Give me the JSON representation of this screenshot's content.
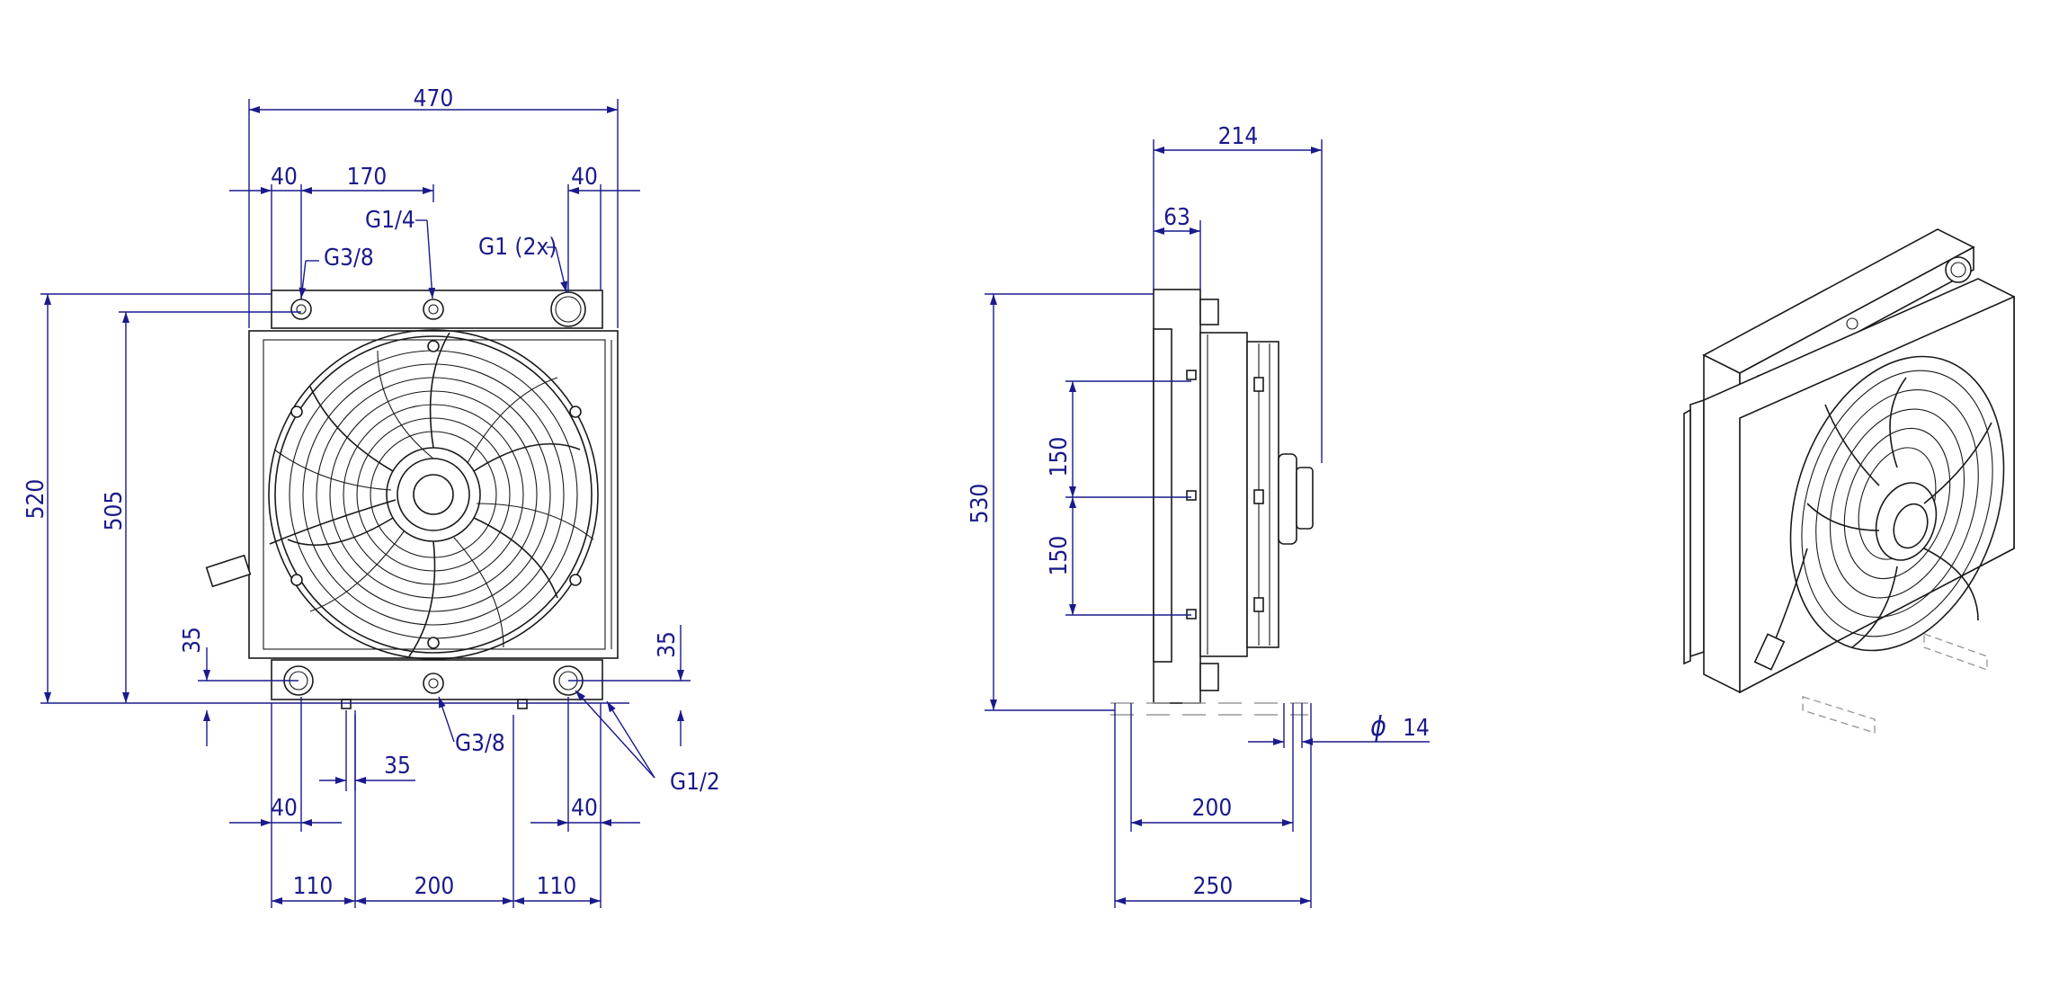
{
  "front_view": {
    "overall_width": "470",
    "top_left_offset": "40",
    "top_port_spacing": "170",
    "top_right_offset": "40",
    "port_top_left": "G3/8",
    "port_top_mid": "G1/4",
    "port_top_right": "G1 (2x)",
    "height_overall": "520",
    "height_core": "505",
    "bottom_left_height": "35",
    "bottom_right_height": "35",
    "port_bottom_mid": "G3/8",
    "port_bottom_sides": "G1/2",
    "bottom_small": "35",
    "bottom_left_offset": "40",
    "bottom_right_offset": "40",
    "foot_left": "110",
    "foot_spacing": "200",
    "foot_right": "110"
  },
  "side_view": {
    "depth_overall": "214",
    "depth_core": "63",
    "height": "530",
    "mount_spacing_upper": "150",
    "mount_spacing_lower": "150",
    "hole_symbol": "ϕ",
    "hole_diameter": "14",
    "foot_inner": "200",
    "foot_outer": "250"
  },
  "colors": {
    "dimension": "#1a1a8c",
    "outline": "#1a1a1a"
  }
}
